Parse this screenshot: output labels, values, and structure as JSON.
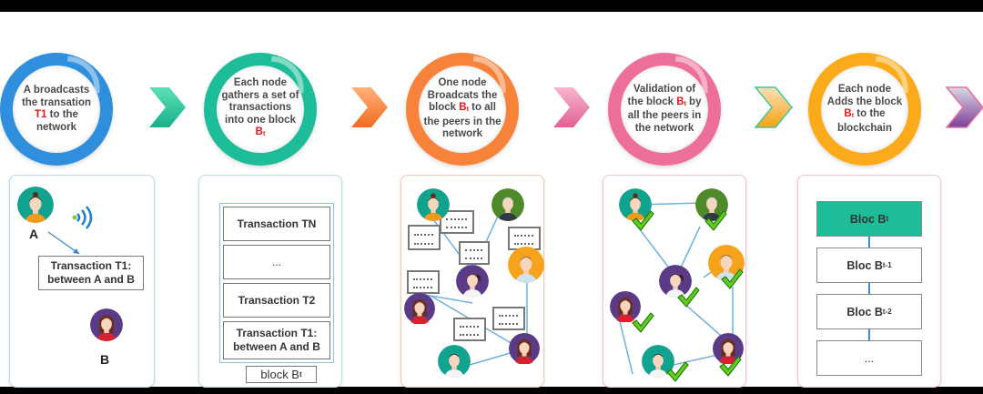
{
  "steps": [
    {
      "ring_color": "#2f8fdc",
      "text_before": "A broadcasts the transation ",
      "text_highlight": "T1",
      "text_after": " to the network",
      "arrow_color_from": "#5fe0b7",
      "arrow_color_to": "#17b08a"
    },
    {
      "ring_color": "#1dbd9a",
      "text_before": "Each node gathers a set of transactions into one block ",
      "text_highlight": "B",
      "text_sub": "t",
      "text_after": "",
      "arrow_color_from": "#ffb27a",
      "arrow_color_to": "#f26a1f"
    },
    {
      "ring_color": "#f7823a",
      "text_before": "One node Broadcats the block ",
      "text_highlight": "B",
      "text_sub": "t",
      "text_after": " to all the peers in the network",
      "arrow_color_from": "#f7b6cf",
      "arrow_color_to": "#e35f93"
    },
    {
      "ring_color": "#ec6f9b",
      "text_before": "Validation of the block ",
      "text_highlight": "B",
      "text_sub": "t",
      "text_after": " by all the peers in the network",
      "arrow_color_from": "#fde0b8",
      "arrow_color_to": "#f6a311"
    },
    {
      "ring_color": "#fbaa19",
      "text_before": "Each node Adds the block ",
      "text_highlight": "B",
      "text_sub": "t",
      "text_after": " to the blockchain",
      "arrow_color_from": "#d8d8e4",
      "arrow_color_to": "#7d3f98"
    }
  ],
  "panel1": {
    "sender_label": "A",
    "receiver_label": "B",
    "transaction_line1": "Transaction T1:",
    "transaction_line2": "between A and B",
    "border_color": "#b9d9f1"
  },
  "panel2": {
    "transactions": [
      "Transaction TN",
      "...",
      "Transaction T2"
    ],
    "last_line1": "Transaction T1:",
    "last_line2": "between A and B",
    "block_label": "block B",
    "block_sub": "t",
    "border_color": "#b5e3da"
  },
  "panel3": {
    "border_color": "#f7c6b0"
  },
  "panel4": {
    "border_color": "#f2c2d3"
  },
  "panel5": {
    "blocks": [
      {
        "label": "Bloc B",
        "sub": "t",
        "highlight": true
      },
      {
        "label": "Bloc B",
        "sub": "t-1",
        "highlight": false
      },
      {
        "label": "Bloc B",
        "sub": "t-2",
        "highlight": false
      },
      {
        "label": "...",
        "sub": "",
        "highlight": false
      }
    ],
    "highlight_color": "#1dbd9a",
    "border_color": "#f2c2d3"
  },
  "icons": {
    "wireless": "wireless-signal-icon",
    "check": "check-mark-icon",
    "arrow": "chevron-right-icon",
    "person": "person-avatar-icon"
  }
}
